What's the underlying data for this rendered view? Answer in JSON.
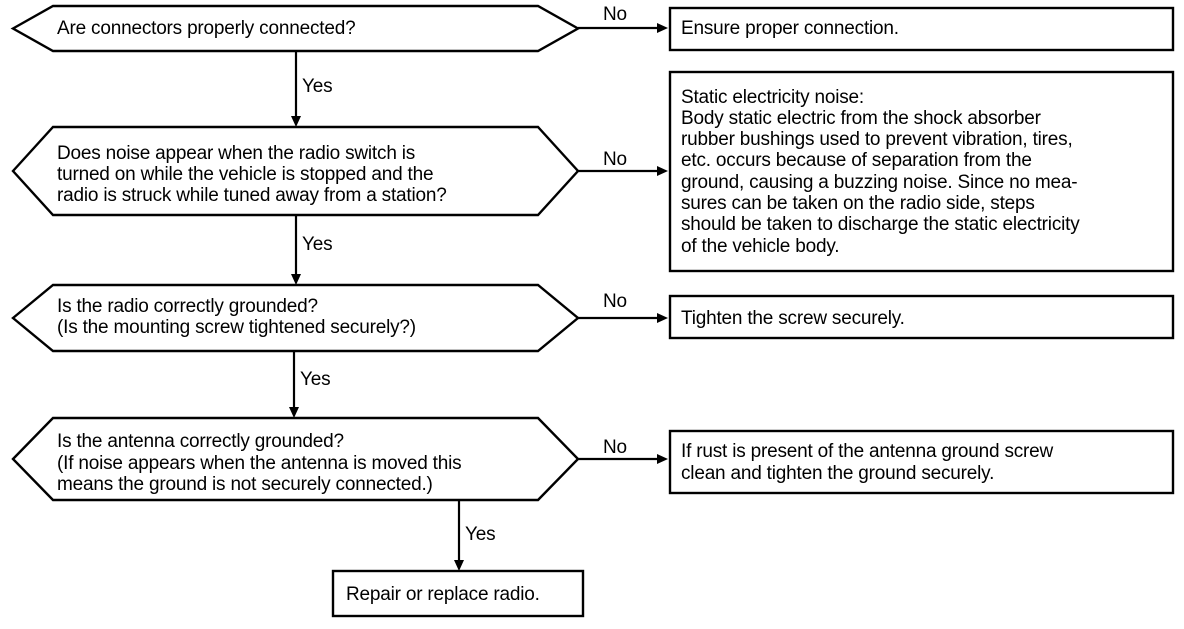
{
  "diagram": {
    "decisions": [
      {
        "id": "q1",
        "lines": [
          "Are connectors properly connected?"
        ]
      },
      {
        "id": "q2",
        "lines": [
          "Does noise appear when the radio switch is",
          "turned on while the vehicle is stopped and the",
          "radio is struck while tuned away from a station?"
        ]
      },
      {
        "id": "q3",
        "lines": [
          "Is the radio correctly grounded?",
          "(Is the mounting screw tightened securely?)"
        ]
      },
      {
        "id": "q4",
        "lines": [
          "Is the antenna correctly grounded?",
          "(If noise appears when the antenna is moved this",
          "means the ground is not securely connected.)"
        ]
      }
    ],
    "actions": [
      {
        "id": "a1",
        "lines": [
          "Ensure proper connection."
        ]
      },
      {
        "id": "a2",
        "lines": [
          "Static electricity noise:",
          "Body static electric from the shock absorber",
          "rubber bushings used to prevent vibration, tires,",
          "etc. occurs because of separation from the",
          "ground, causing a buzzing noise. Since no mea-",
          "sures can be taken on the radio side, steps",
          "should be taken to discharge the static electricity",
          "of the vehicle body."
        ]
      },
      {
        "id": "a3",
        "lines": [
          "Tighten the screw securely."
        ]
      },
      {
        "id": "a4",
        "lines": [
          "If rust is present of the antenna ground screw",
          "clean and tighten the ground securely."
        ]
      },
      {
        "id": "final",
        "lines": [
          "Repair or replace radio."
        ]
      }
    ],
    "edge_labels": {
      "no": "No",
      "yes": "Yes"
    },
    "stroke_color": "#000000",
    "fill_color": "#ffffff"
  }
}
